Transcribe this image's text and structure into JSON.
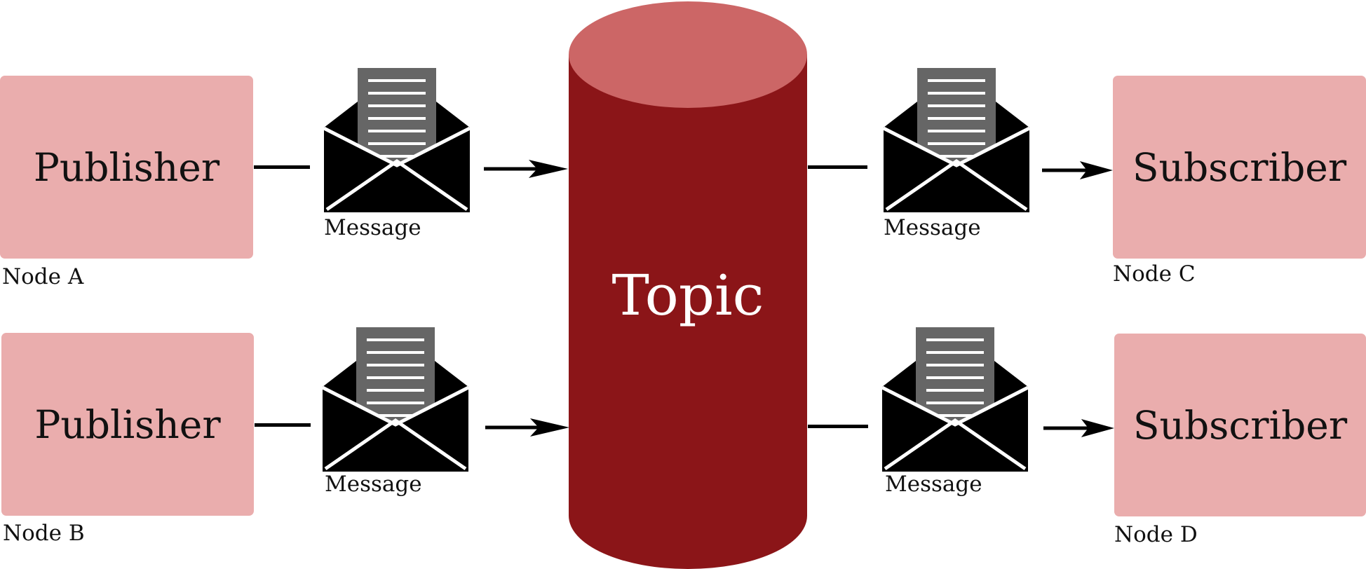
{
  "topic": {
    "label": "Topic",
    "body_color": "#8b1518",
    "top_color": "#cc6666"
  },
  "node_color": "#eaadad",
  "envelope": {
    "label": "Message",
    "icon": "envelope-with-letter-icon",
    "paper_color": "#666666",
    "envelope_color": "#000000"
  },
  "nodes": {
    "a": {
      "role": "Publisher",
      "name": "Node A"
    },
    "b": {
      "role": "Publisher",
      "name": "Node B"
    },
    "c": {
      "role": "Subscriber",
      "name": "Node C"
    },
    "d": {
      "role": "Subscriber",
      "name": "Node D"
    }
  },
  "messages": {
    "a": "Message",
    "b": "Message",
    "c": "Message",
    "d": "Message"
  }
}
